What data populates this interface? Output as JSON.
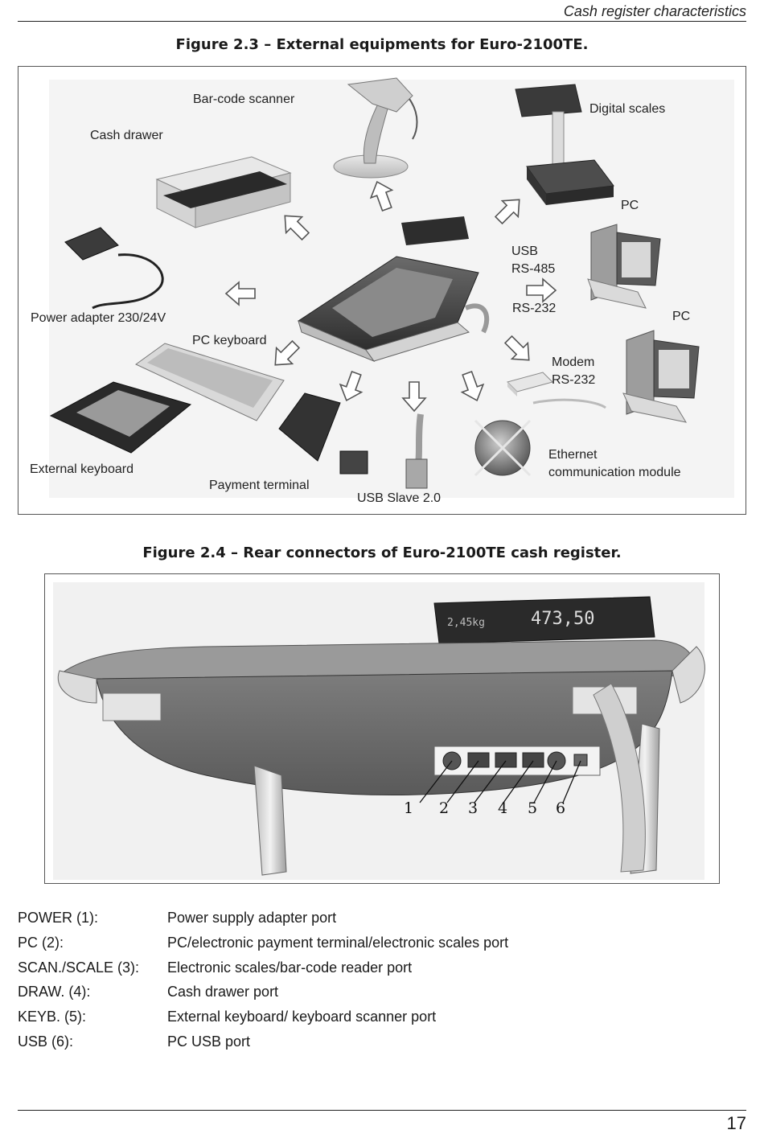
{
  "header": {
    "section_title": "Cash register characteristics"
  },
  "figure_2_3": {
    "caption": "Figure 2.3 – External equipments for Euro-2100TE.",
    "labels": {
      "barcode_scanner": "Bar-code scanner",
      "digital_scales": "Digital scales",
      "cash_drawer": "Cash drawer",
      "pc_top": "PC",
      "usb_rs485": "USB\nRS-485",
      "rs232": "RS-232",
      "pc_right": "PC",
      "power_adapter": "Power adapter 230/24V",
      "pc_keyboard": "PC keyboard",
      "modem": "Modem\nRS-232",
      "external_keyboard": "External keyboard",
      "payment_terminal": "Payment terminal",
      "usb_slave": "USB Slave 2.0",
      "ethernet": "Ethernet\ncommunication module"
    }
  },
  "figure_2_4": {
    "caption": "Figure 2.4 – Rear connectors of Euro-2100TE cash register.",
    "display_line1": "473,50",
    "display_line2": "2,45kg",
    "connector_numbers": [
      "1",
      "2",
      "3",
      "4",
      "5",
      "6"
    ]
  },
  "ports": [
    {
      "key": "POWER (1):",
      "desc": "Power supply adapter port"
    },
    {
      "key": "PC (2):",
      "desc": "PC/electronic payment terminal/electronic scales port"
    },
    {
      "key": "SCAN./SCALE (3):",
      "desc": "Electronic scales/bar-code reader port"
    },
    {
      "key": "DRAW. (4):",
      "desc": "Cash drawer port"
    },
    {
      "key": "KEYB. (5):",
      "desc": "External keyboard/ keyboard scanner port"
    },
    {
      "key": "USB (6):",
      "desc": "PC USB port"
    }
  ],
  "page_number": "17"
}
